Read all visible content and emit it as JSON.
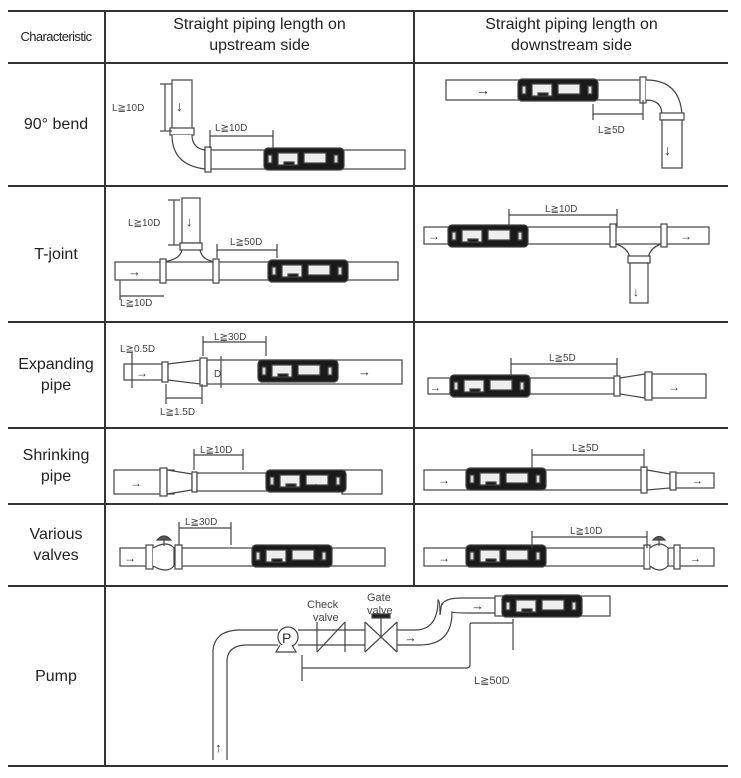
{
  "header": {
    "col1": "Characteristic",
    "col2_line1": "Straight piping length on",
    "col2_line2": "upstream side",
    "col3_line1": "Straight piping length on",
    "col3_line2": "downstream side"
  },
  "rows": [
    {
      "label": [
        "90° bend"
      ],
      "upstream": {
        "dims": [
          "L≧10D",
          "L≧10D"
        ]
      },
      "downstream": {
        "dims": [
          "L≧5D"
        ]
      }
    },
    {
      "label": [
        "T-joint"
      ],
      "upstream": {
        "dims": [
          "L≧10D",
          "L≧50D",
          "L≧10D"
        ]
      },
      "downstream": {
        "dims": [
          "L≧10D"
        ]
      }
    },
    {
      "label": [
        "Expanding",
        "pipe"
      ],
      "upstream": {
        "dims": [
          "L≧0.5D",
          "L≧30D",
          "L≧1.5D",
          "D"
        ]
      },
      "downstream": {
        "dims": [
          "L≧5D"
        ]
      }
    },
    {
      "label": [
        "Shrinking",
        "pipe"
      ],
      "upstream": {
        "dims": [
          "L≧10D"
        ]
      },
      "downstream": {
        "dims": [
          "L≧5D"
        ]
      }
    },
    {
      "label": [
        "Various",
        "valves"
      ],
      "upstream": {
        "dims": [
          "L≧30D"
        ]
      },
      "downstream": {
        "dims": [
          "L≧10D"
        ]
      }
    },
    {
      "label": [
        "Pump"
      ],
      "pump": {
        "dims": [
          "L≧50D"
        ],
        "check_valve": [
          "Check",
          "valve"
        ],
        "gate_valve": [
          "Gate",
          "valve"
        ],
        "pump_symbol": "P"
      }
    }
  ],
  "icons": {
    "flow_arrow_right": "→",
    "flow_arrow_down": "↓",
    "flow_arrow_up": "↑"
  }
}
